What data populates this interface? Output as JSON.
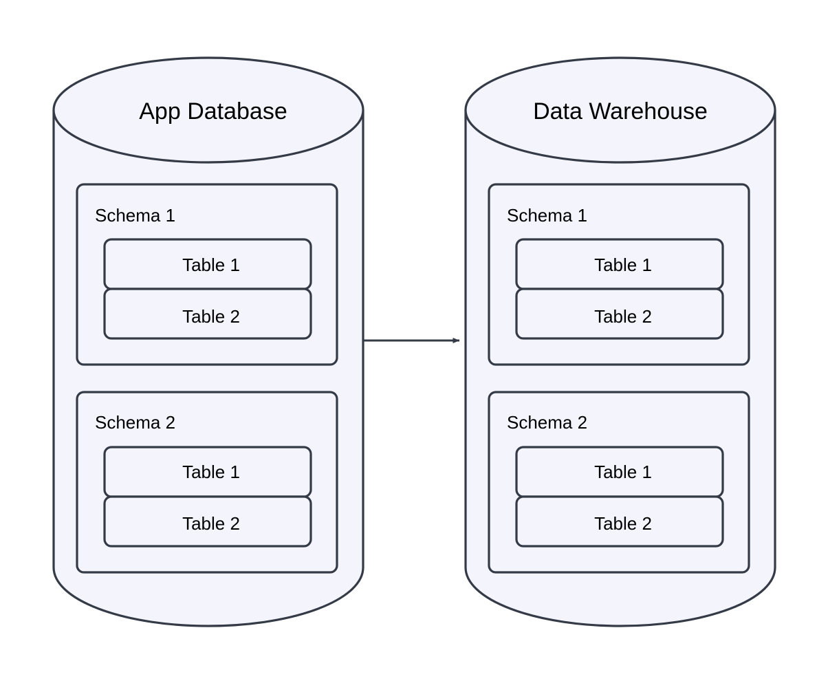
{
  "diagram": {
    "title": "",
    "type": "data-replication-flow",
    "background": "#ffffff",
    "colors": {
      "stroke": "#343a46",
      "fill": "#f4f4fd",
      "text": "#000000",
      "arrow": "#343a46"
    },
    "databases": [
      {
        "id": "app-database",
        "title": "App Database",
        "schemas": [
          {
            "label": "Schema 1",
            "tables": [
              {
                "label": "Table 1"
              },
              {
                "label": "Table 2"
              }
            ]
          },
          {
            "label": "Schema 2",
            "tables": [
              {
                "label": "Table 1"
              },
              {
                "label": "Table 2"
              }
            ]
          }
        ]
      },
      {
        "id": "data-warehouse",
        "title": "Data Warehouse",
        "schemas": [
          {
            "label": "Schema 1",
            "tables": [
              {
                "label": "Table 1"
              },
              {
                "label": "Table 2"
              }
            ]
          },
          {
            "label": "Schema 2",
            "tables": [
              {
                "label": "Table 1"
              },
              {
                "label": "Table 2"
              }
            ]
          }
        ]
      }
    ],
    "connector": {
      "label": "",
      "from": "app-database",
      "to": "data-warehouse",
      "style": "solid-arrow"
    }
  }
}
